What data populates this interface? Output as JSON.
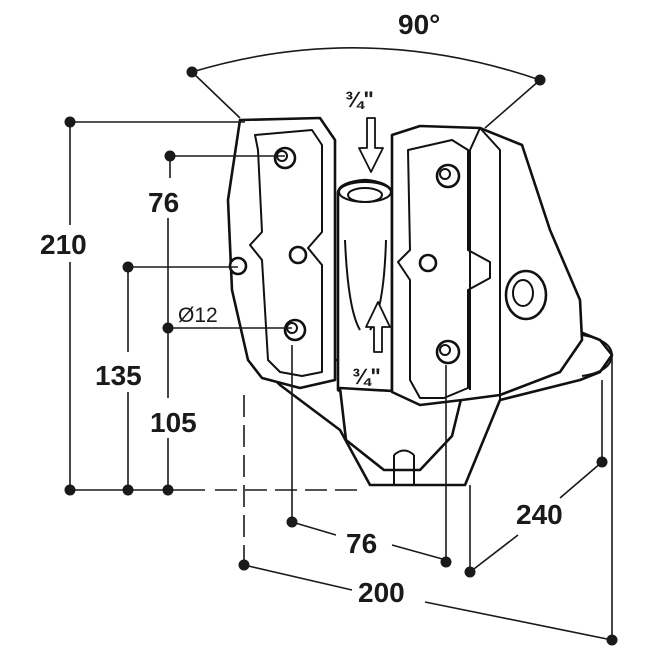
{
  "dimensions": {
    "angle": "90°",
    "thread_top": "¾\"",
    "thread_bottom": "¾\"",
    "height_total": "210",
    "top_hole_offset": "76",
    "hole_diameter": "Ø12",
    "side_hole_height": "135",
    "bottom_hole_height": "105",
    "hole_spacing": "76",
    "depth": "240",
    "width": "200"
  }
}
